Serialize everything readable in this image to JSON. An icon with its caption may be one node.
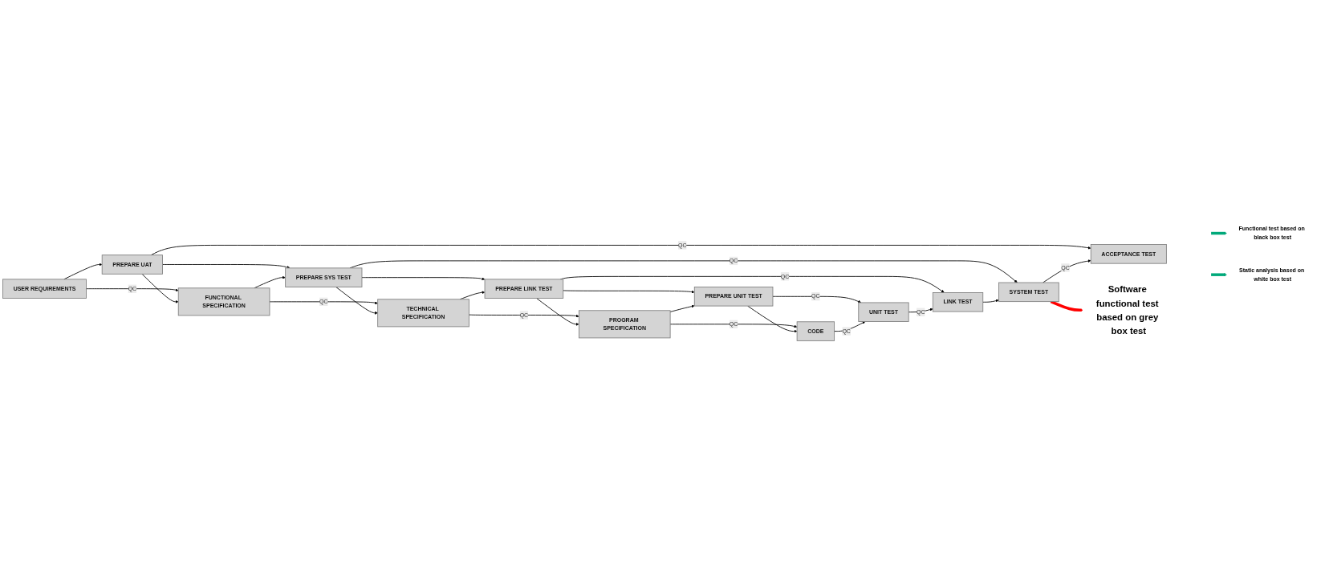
{
  "diagram": {
    "nodes": [
      {
        "text": [
          "USER REQUIREMENTS"
        ]
      },
      {
        "text": [
          "PREPARE UAT"
        ]
      },
      {
        "text": [
          "ACCEPTANCE TEST"
        ]
      },
      {
        "text": [
          "FUNCTIONAL SPECIFICATION"
        ]
      },
      {
        "text": [
          "PREPARE SYS TEST"
        ]
      },
      {
        "text": [
          "SYSTEM TEST"
        ]
      },
      {
        "text": [
          "TECHNICAL SPECIFICATION"
        ]
      },
      {
        "text": [
          "PREPARE LINK TEST"
        ]
      },
      {
        "text": [
          "LINK TEST"
        ]
      },
      {
        "text": [
          "PROGRAM SPECIFICATION"
        ]
      },
      {
        "text": [
          "PREPARE UNIT TEST"
        ]
      },
      {
        "text": [
          "UNIT TEST"
        ]
      },
      {
        "text": [
          "CODE"
        ]
      },
      {
        "text": [
          "Functional test based on black box test"
        ]
      },
      {
        "text": [
          "Static analysis based on white box test"
        ]
      },
      {
        "text": [
          "Software functional test based on grey box test"
        ]
      }
    ],
    "edges": [
      {
        "from": 0,
        "to": 1,
        "arrow": "to"
      },
      {
        "from": 1,
        "to": 2,
        "arrow": "to",
        "label": "QC"
      },
      {
        "from": 0,
        "to": 3,
        "arrow": "to",
        "label": "QC"
      },
      {
        "from": 1,
        "to": 3,
        "arrow": "to"
      },
      {
        "from": 1,
        "to": 4,
        "arrow": "to"
      },
      {
        "from": 3,
        "to": 4,
        "arrow": "to"
      },
      {
        "from": 4,
        "to": 5,
        "arrow": "to",
        "label": "QC"
      },
      {
        "from": 5,
        "to": 2,
        "arrow": "to",
        "label": "QC"
      },
      {
        "from": 3,
        "to": 6,
        "arrow": "to",
        "label": "QC"
      },
      {
        "from": 4,
        "to": 6,
        "arrow": "to"
      },
      {
        "from": 4,
        "to": 7,
        "arrow": "to"
      },
      {
        "from": 6,
        "to": 7,
        "arrow": "to"
      },
      {
        "from": 7,
        "to": 8,
        "arrow": "to",
        "label": "QC"
      },
      {
        "from": 8,
        "to": 5,
        "arrow": "to"
      },
      {
        "from": 6,
        "to": 9,
        "arrow": "to",
        "label": "QC"
      },
      {
        "from": 7,
        "to": 9,
        "arrow": "to"
      },
      {
        "from": 7,
        "to": 10,
        "arrow": "to"
      },
      {
        "from": 9,
        "to": 10,
        "arrow": "to"
      },
      {
        "from": 10,
        "to": 11,
        "arrow": "to",
        "label": "QC"
      },
      {
        "from": 11,
        "to": 8,
        "arrow": "to",
        "label": "QC"
      },
      {
        "from": 9,
        "to": 12,
        "arrow": "to",
        "label": "QC"
      },
      {
        "from": 10,
        "to": 12,
        "arrow": "to"
      },
      {
        "from": 12,
        "to": 11,
        "arrow": "to",
        "label": "QC"
      },
      {
        "from": null,
        "to": 13,
        "arrow": "to",
        "style": "thick",
        "color": "#00a97a"
      },
      {
        "from": null,
        "to": 14,
        "arrow": "to",
        "style": "thick",
        "color": "#00a97a"
      },
      {
        "from": 5,
        "to": 15,
        "arrow": "to",
        "style": "thick",
        "color": "#ff0000"
      }
    ]
  }
}
